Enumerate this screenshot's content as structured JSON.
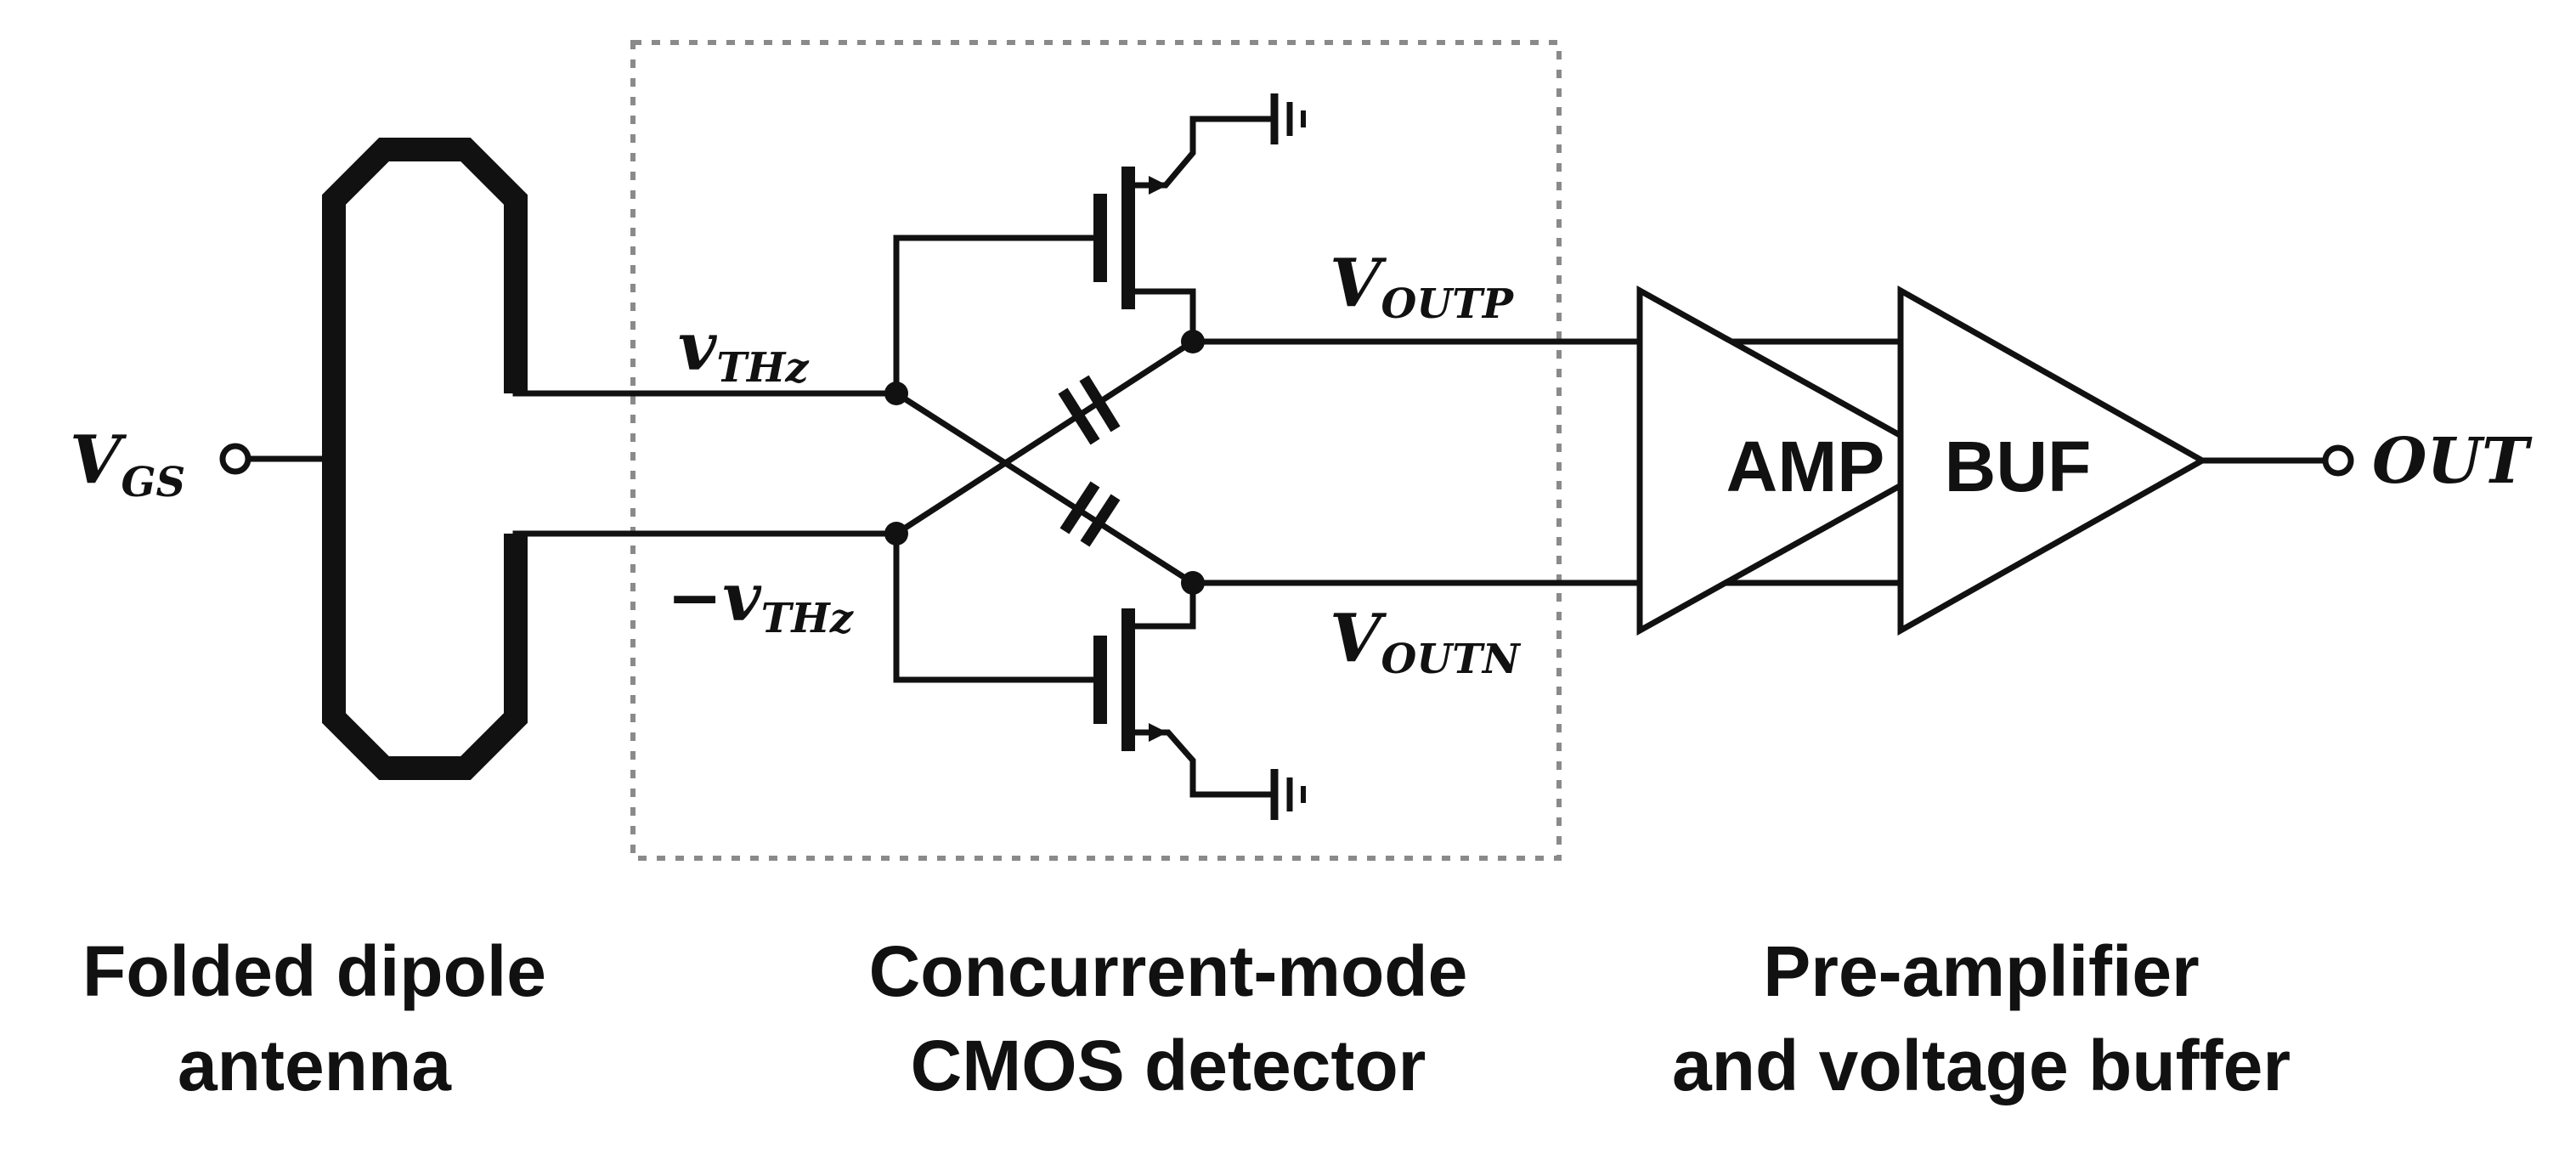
{
  "labels": {
    "vgs_main": "V",
    "vgs_sub": "GS",
    "vthz_pos_main": "v",
    "vthz_pos_sub": "THz",
    "vthz_neg_main": "−v",
    "vthz_neg_sub": "THz",
    "voutp_main": "V",
    "voutp_sub": "OUTP",
    "voutn_main": "V",
    "voutn_sub": "OUTN",
    "out": "OUT"
  },
  "blocks": {
    "amp": "AMP",
    "buf": "BUF"
  },
  "captions": {
    "antenna_line1": "Folded dipole",
    "antenna_line2": "antenna",
    "detector_line1": "Concurrent-mode",
    "detector_line2": "CMOS detector",
    "amplifier_line1": "Pre-amplifier",
    "amplifier_line2": "and voltage buffer"
  }
}
